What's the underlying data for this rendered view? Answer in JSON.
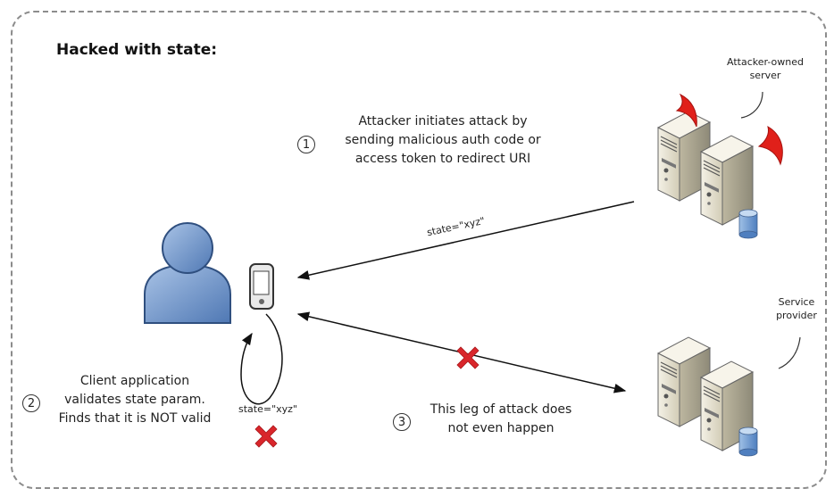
{
  "title": "Hacked with state:",
  "attacker_server_label": "Attacker-owned server",
  "service_provider_label": "Service provider",
  "step1": {
    "number": "1",
    "lines": [
      "Attacker initiates attack by",
      "sending malicious auth code or",
      "access token to redirect URI"
    ]
  },
  "step2": {
    "number": "2",
    "lines": [
      "Client application",
      "validates state param.",
      "Finds that it is NOT valid"
    ]
  },
  "step3": {
    "number": "3",
    "lines": [
      "This leg of attack does",
      "not even happen"
    ]
  },
  "state_on_arrow": "state=\"xyz\"",
  "state_on_loop": "state=\"xyz\"",
  "icons": [
    "user-icon",
    "mobile-device-icon",
    "attacker-server-icon",
    "service-provider-server-icon",
    "blocked-x-icon"
  ],
  "colors": {
    "devil_horn": "#e0201a",
    "blocked_x": "#d9262b",
    "person": "#6d91c4",
    "frame": "#8c8c8c"
  }
}
